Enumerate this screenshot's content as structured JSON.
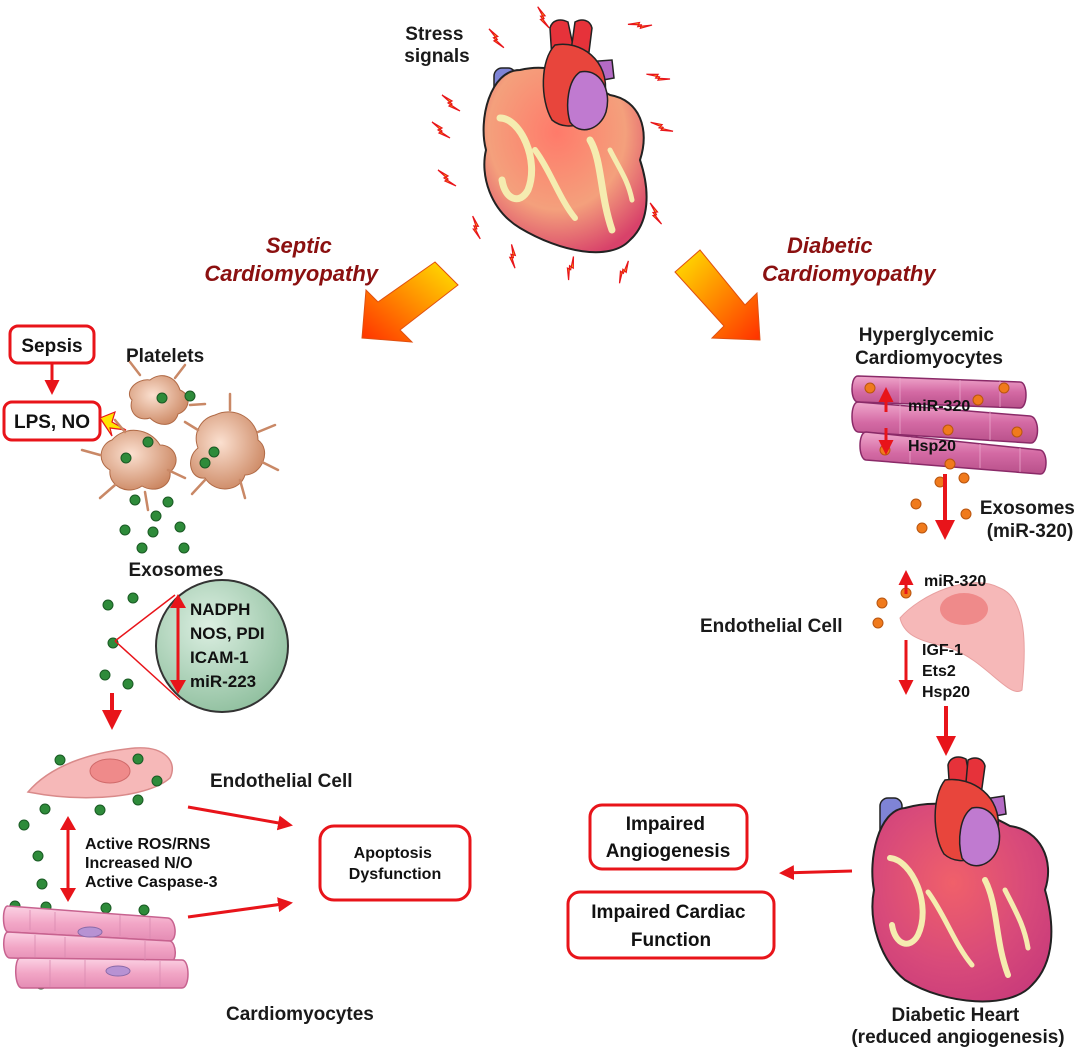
{
  "colors": {
    "red_arrow": "#e8141a",
    "dark_red_text": "#8b1010",
    "exosome_green": "#2e8b3a",
    "exosome_orange": "#f07a1c",
    "heart_red": "#e8453c",
    "muscle_pink": "#c8619e",
    "endothelial_pink": "#f6b3b3",
    "platelet_tan": "#d9936b",
    "bubble_green": "#a9cdb5"
  },
  "top": {
    "stress_signals": [
      "Stress",
      "signals"
    ]
  },
  "left_branch": {
    "title_lines": [
      "Septic",
      "Cardiomyopathy"
    ],
    "sepsis_box": "Sepsis",
    "lps_box": "LPS, NO",
    "platelets": "Platelets",
    "exosomes": "Exosomes",
    "bubble_lines": [
      "NADPH",
      "NOS, PDI",
      "ICAM-1",
      "miR-223"
    ],
    "endothelial_cell": "Endothelial Cell",
    "effects_lines": [
      "Active ROS/RNS",
      "Increased N/O",
      "Active Caspase-3"
    ],
    "outcome_lines": [
      "Apoptosis",
      "Dysfunction"
    ],
    "cardiomyocytes": "Cardiomyocytes"
  },
  "right_branch": {
    "title_lines": [
      "Diabetic",
      "Cardiomyopathy"
    ],
    "hyperglycemic_lines": [
      "Hyperglycemic",
      "Cardiomyocytes"
    ],
    "mir320_up": "miR-320",
    "hsp20_down": "Hsp20",
    "exosomes_lines": [
      "Exosomes",
      "(miR-320)"
    ],
    "endo_mir320": "miR-320",
    "endothelial_cell": "Endothelial Cell",
    "endo_down_lines": [
      "IGF-1",
      "Ets2",
      "Hsp20"
    ],
    "impaired_angio_lines": [
      "Impaired",
      "Angiogenesis"
    ],
    "impaired_cardiac_lines": [
      "Impaired Cardiac",
      "Function"
    ],
    "diabetic_heart_lines": [
      "Diabetic Heart",
      "(reduced angiogenesis)"
    ]
  }
}
